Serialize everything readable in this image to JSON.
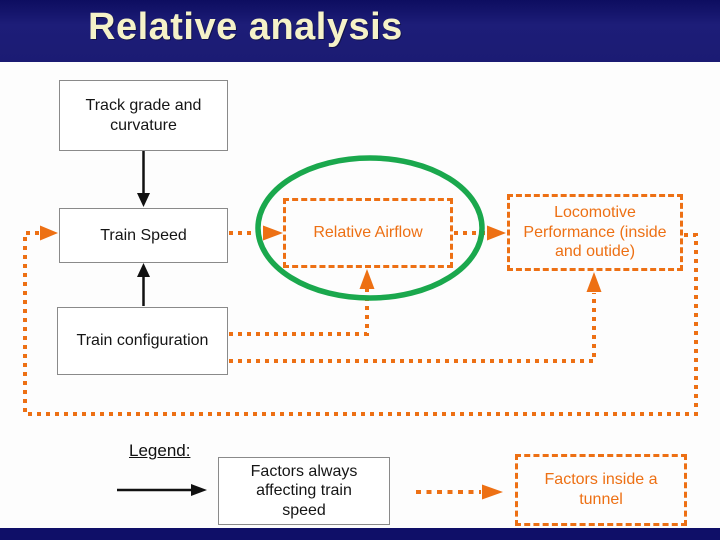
{
  "slide": {
    "title": "Relative analysis"
  },
  "colors": {
    "header_bg": "#1b1b73",
    "header_bg_top": "#0d0d60",
    "title_text": "#f5f2c8",
    "footer_bg": "#0f0f68",
    "accent_orange": "#ed7014",
    "ellipse_green": "#1aa84d",
    "solid_box_border": "#8a8a8a",
    "body_text": "#151515",
    "slide_bg": "#fdfdfd"
  },
  "diagram": {
    "nodes": {
      "track_grade": {
        "label": "Track grade and curvature",
        "style": "solid"
      },
      "train_speed": {
        "label": "Train Speed",
        "style": "solid"
      },
      "train_config": {
        "label": "Train configuration",
        "style": "solid"
      },
      "relative_airflow": {
        "label": "Relative Airflow",
        "style": "dashed-orange",
        "highlight": "green-ellipse"
      },
      "locomotive_performance": {
        "label": "Locomotive Performance (inside and outide)",
        "style": "dashed-orange"
      }
    },
    "connectors": [
      {
        "from": "track_grade",
        "to": "train_speed",
        "style": "solid-black-arrow"
      },
      {
        "from": "train_config",
        "to": "train_speed",
        "style": "solid-black-arrow"
      },
      {
        "from": "train_speed",
        "to": "relative_airflow",
        "style": "dotted-orange-arrow"
      },
      {
        "from": "relative_airflow",
        "to": "locomotive_performance",
        "style": "dotted-orange-arrow"
      },
      {
        "from": "train_config",
        "to": "relative_airflow",
        "style": "dotted-orange-arrow"
      },
      {
        "from": "train_config",
        "to": "locomotive_performance",
        "style": "dotted-orange-arrow"
      },
      {
        "from": "locomotive_performance",
        "to": "train_speed",
        "style": "dotted-orange-feedback-loop"
      }
    ]
  },
  "legend": {
    "title": "Legend:",
    "entries": [
      {
        "symbol": "solid-black-arrow",
        "label": "Factors always affecting  train speed"
      },
      {
        "symbol": "dotted-orange-arrow",
        "label": "Factors inside a tunnel"
      }
    ]
  }
}
